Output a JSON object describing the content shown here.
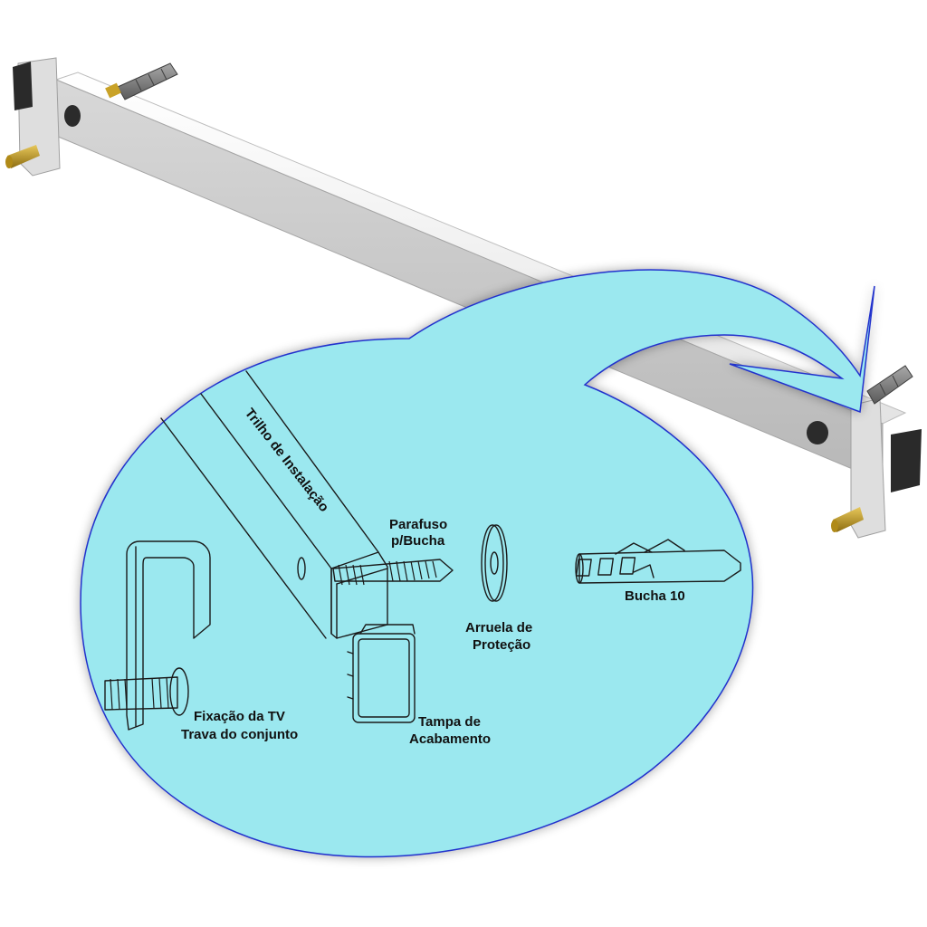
{
  "labels": {
    "rail": "Trilho de Instalação",
    "screw": "Parafuso",
    "screw_sub": "p/Bucha",
    "washer": "Arruela de",
    "washer_sub": "Proteção",
    "anchor": "Bucha 10",
    "cap": "Tampa de",
    "cap_sub": "Acabamento",
    "tv_fix": "Fixação da TV",
    "tv_fix_sub": "Trava do conjunto"
  },
  "colors": {
    "bubble": "#9be8ef",
    "bubble_stroke": "#2233cc",
    "rail_top": "#f4f4f4",
    "rail_side": "#c9c9c9",
    "brass": "#c9a227",
    "anchor_gray": "#7a7a7a",
    "cap_dark": "#2b2b2b"
  }
}
